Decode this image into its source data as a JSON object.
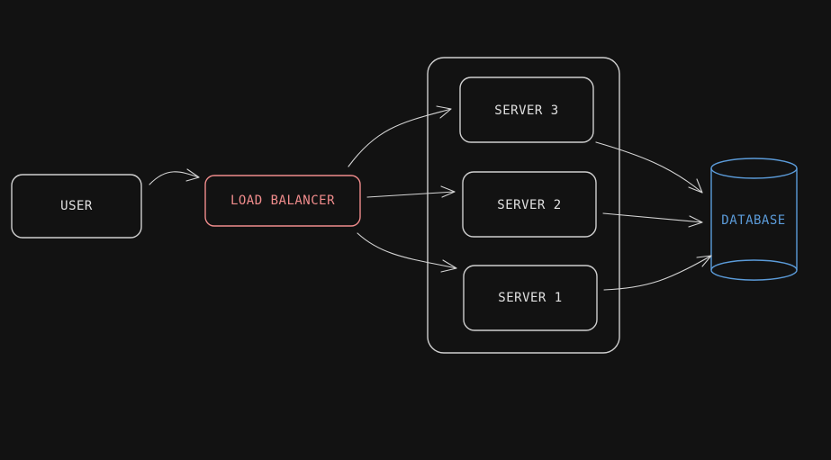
{
  "colors": {
    "background": "#121212",
    "default_stroke": "#cfcfcf",
    "load_balancer": "#f08c8c",
    "database": "#5b9bd9"
  },
  "nodes": {
    "user": {
      "label": "USER"
    },
    "load_balancer": {
      "label": "LOAD BALANCER"
    },
    "server_3": {
      "label": "SERVER 3"
    },
    "server_2": {
      "label": "SERVER 2"
    },
    "server_1": {
      "label": "SERVER 1"
    },
    "database": {
      "label": "DATABASE"
    }
  },
  "edges": [
    {
      "from": "user",
      "to": "load_balancer"
    },
    {
      "from": "load_balancer",
      "to": "server_3"
    },
    {
      "from": "load_balancer",
      "to": "server_2"
    },
    {
      "from": "load_balancer",
      "to": "server_1"
    },
    {
      "from": "server_3",
      "to": "database"
    },
    {
      "from": "server_2",
      "to": "database"
    },
    {
      "from": "server_1",
      "to": "database"
    }
  ]
}
